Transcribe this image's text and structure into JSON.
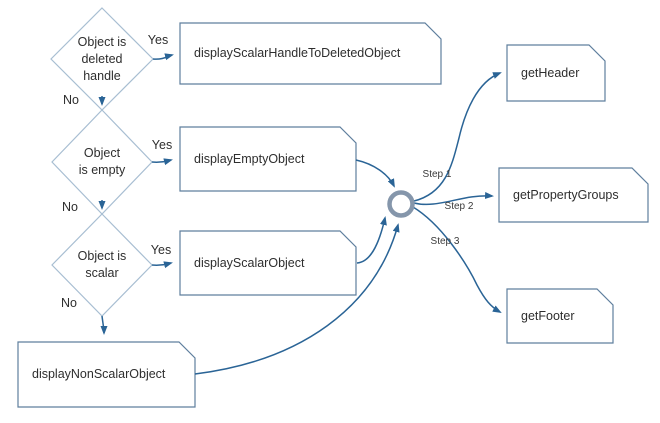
{
  "diagram_type": "flowchart",
  "colors": {
    "background": "#ffffff",
    "arrow": "#2a6496",
    "process_border": "#5f7f9e",
    "decision_border": "#a8bed2",
    "junction_ring": "#8596ab",
    "text": "#2e2e2e"
  },
  "decisions": [
    {
      "label": "Object is\ndeleted\nhandle"
    },
    {
      "label": "Object\nis empty"
    },
    {
      "label": "Object is\nscalar"
    }
  ],
  "processes": {
    "display_scalar_handle_to_deleted_object": "displayScalarHandleToDeletedObject",
    "display_empty_object": "displayEmptyObject",
    "display_scalar_object": "displayScalarObject",
    "display_non_scalar_object": "displayNonScalarObject",
    "get_header": "getHeader",
    "get_property_groups": "getPropertyGroups",
    "get_footer": "getFooter"
  },
  "edge_labels": {
    "yes": "Yes",
    "no": "No",
    "steps": [
      "Step 1",
      "Step 2",
      "Step 3"
    ]
  }
}
